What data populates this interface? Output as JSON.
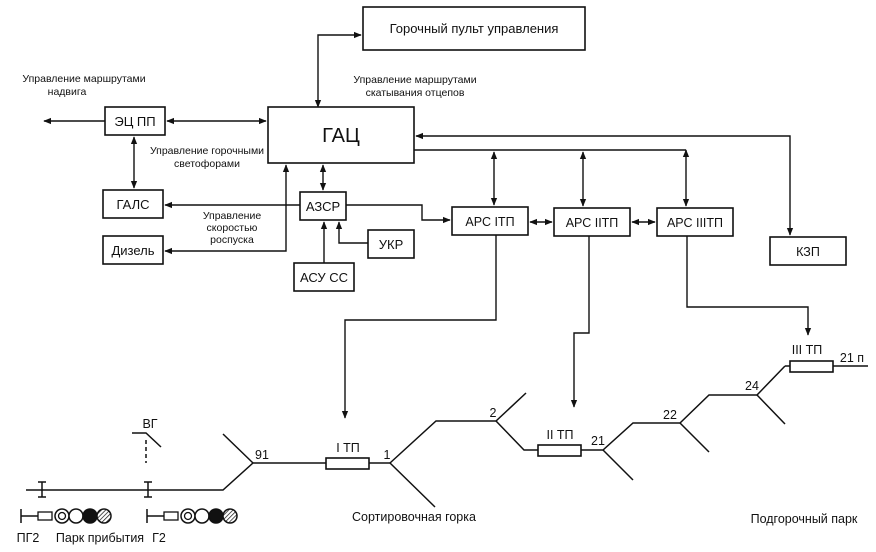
{
  "blocks": {
    "pult": "Горочный пульт управления",
    "gac": "ГАЦ",
    "ecpp": "ЭЦ ПП",
    "gals": "ГАЛС",
    "dizel": "Дизель",
    "azsr": "АЗСР",
    "ukr": "УКР",
    "asuss": "АСУ СС",
    "ars1": "АРС ІТП",
    "ars2": "АРС IIТП",
    "ars3": "АРС IIIТП",
    "kzp": "КЗП"
  },
  "annotations": {
    "nadvig_1": "Управление маршрутами",
    "nadvig_2": "надвига",
    "otcep_1": "Управление маршрутами",
    "otcep_2": "скатывания отцепов",
    "svetofor_1": "Управление горочными",
    "svetofor_2": "светофорами",
    "speed_1": "Управление",
    "speed_2": "скоростью",
    "speed_3": "роспуска"
  },
  "track": {
    "vg": "ВГ",
    "switch_91": "91",
    "switch_1": "1",
    "switch_2": "2",
    "switch_21": "21",
    "switch_22": "22",
    "switch_24": "24",
    "tp1": "I ТП",
    "tp2": "II ТП",
    "tp3": "III ТП",
    "track_21p": "21 п",
    "signal_pg2": "ПГ2",
    "signal_g2": "Г2",
    "park_arrival": "Парк прибытия",
    "hump": "Сортировочная горка",
    "park_classification": "Подгорочный парк"
  }
}
